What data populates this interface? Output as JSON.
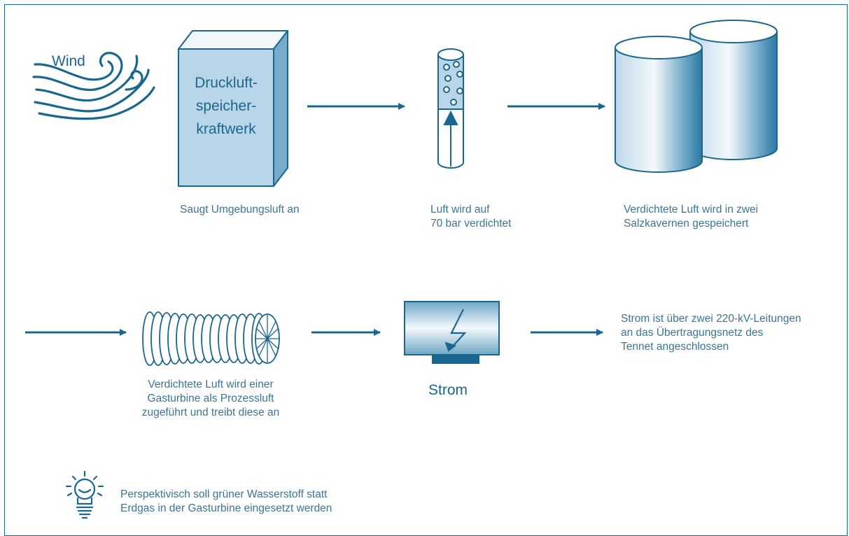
{
  "wind_label": "Wind",
  "plant_label": "Druckluft-\nspeicher-\nkraftwerk",
  "steps": {
    "intake": "Saugt Umgebungsluft an",
    "compress": "Luft wird auf\n70 bar verdichtet",
    "store": "Verdichtete Luft wird in zwei\nSalzkavernen gespeichert",
    "turbine": "Verdichtete Luft wird einer\nGasturbine als Prozessluft\nzugeführt und treibt diese an",
    "power": "Strom",
    "grid": "Strom ist über zwei 220-kV-Leitungen\nan das Übertragungsnetz des\nTennet angeschlossen"
  },
  "outlook": "Perspektivisch soll grüner Wasserstoff statt\nErdgas in der Gasturbine eingesetzt werden",
  "colors": {
    "primary": "#1a668f",
    "text": "#3a7595",
    "fill_light": "#b9d5e8"
  },
  "icons": [
    "wind-icon",
    "plant-box-icon",
    "compression-tube-icon",
    "salt-caverns-icon",
    "gas-turbine-icon",
    "power-generator-icon",
    "idea-lightbulb-icon",
    "flow-arrow-icon"
  ]
}
